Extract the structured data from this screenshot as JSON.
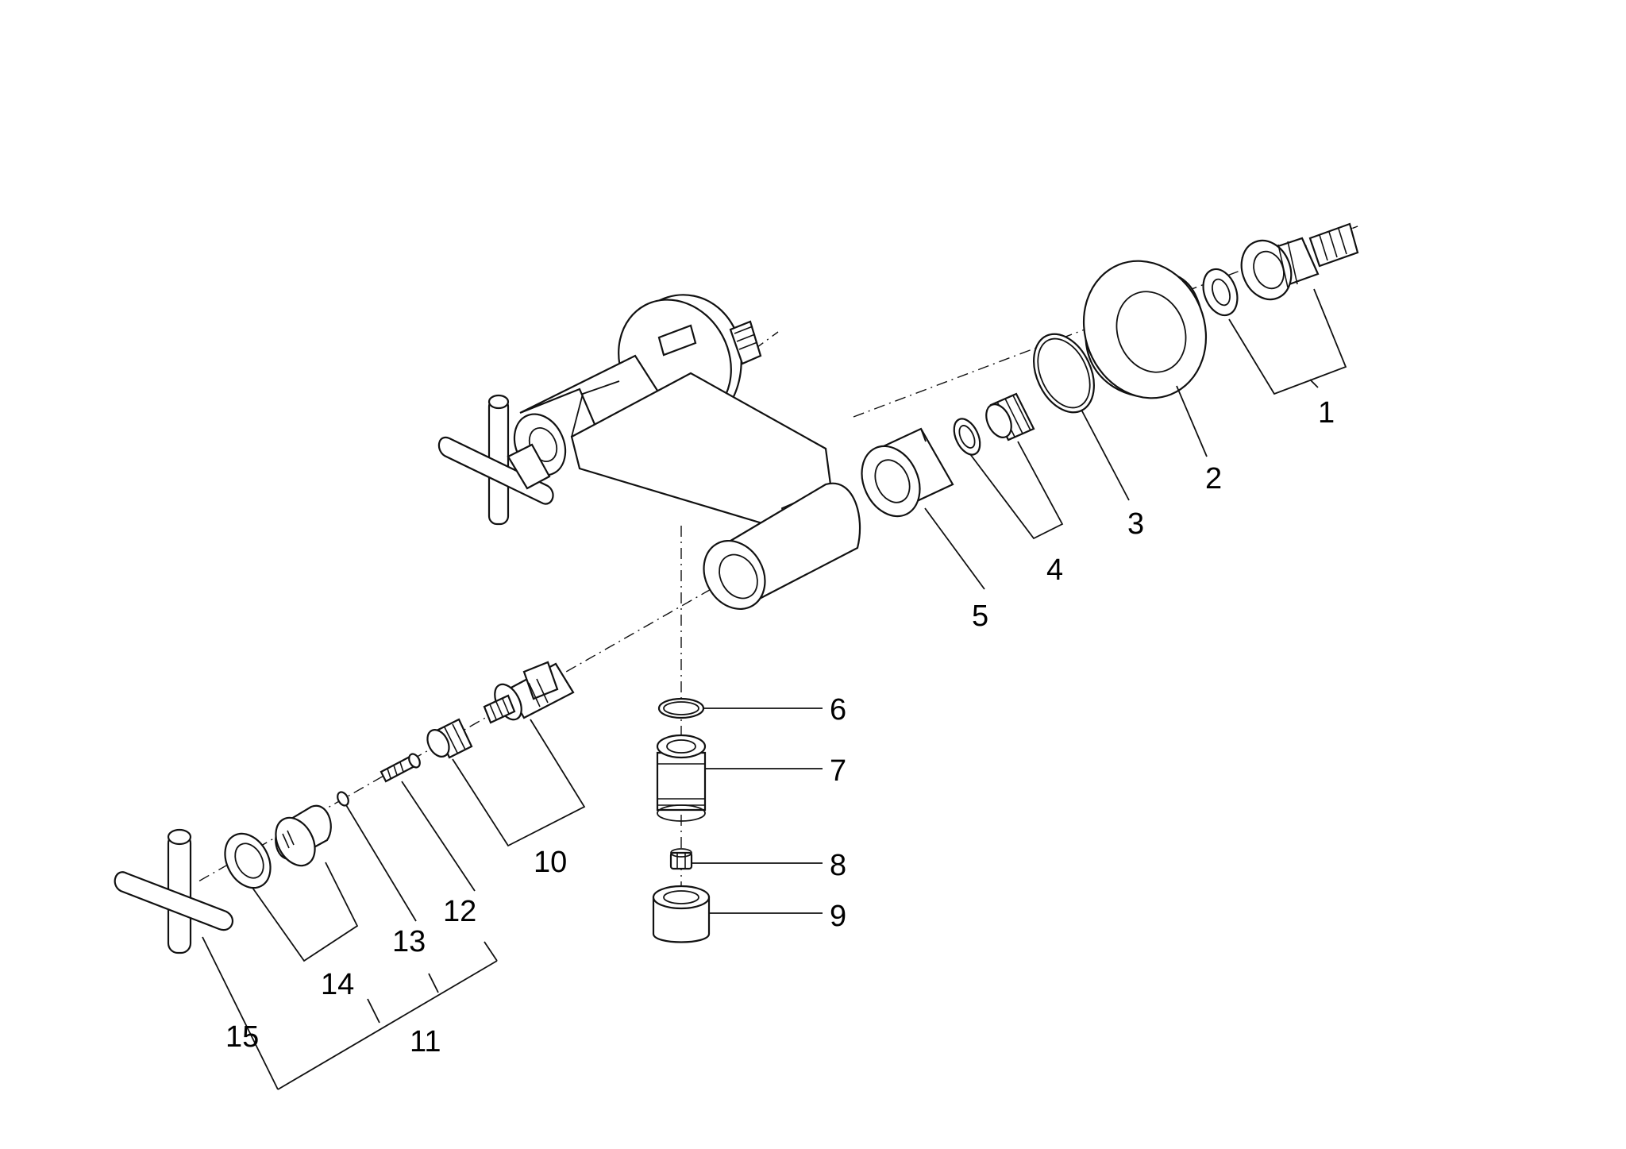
{
  "diagram": {
    "type": "exploded-parts-view",
    "callouts": [
      {
        "id": "1",
        "label": "1"
      },
      {
        "id": "2",
        "label": "2"
      },
      {
        "id": "3",
        "label": "3"
      },
      {
        "id": "4",
        "label": "4"
      },
      {
        "id": "5",
        "label": "5"
      },
      {
        "id": "6",
        "label": "6"
      },
      {
        "id": "7",
        "label": "7"
      },
      {
        "id": "8",
        "label": "8"
      },
      {
        "id": "9",
        "label": "9"
      },
      {
        "id": "10",
        "label": "10"
      },
      {
        "id": "11",
        "label": "11"
      },
      {
        "id": "12",
        "label": "12"
      },
      {
        "id": "13",
        "label": "13"
      },
      {
        "id": "14",
        "label": "14"
      },
      {
        "id": "15",
        "label": "15"
      }
    ],
    "colors": {
      "line": "#111111",
      "background": "#ffffff"
    }
  }
}
